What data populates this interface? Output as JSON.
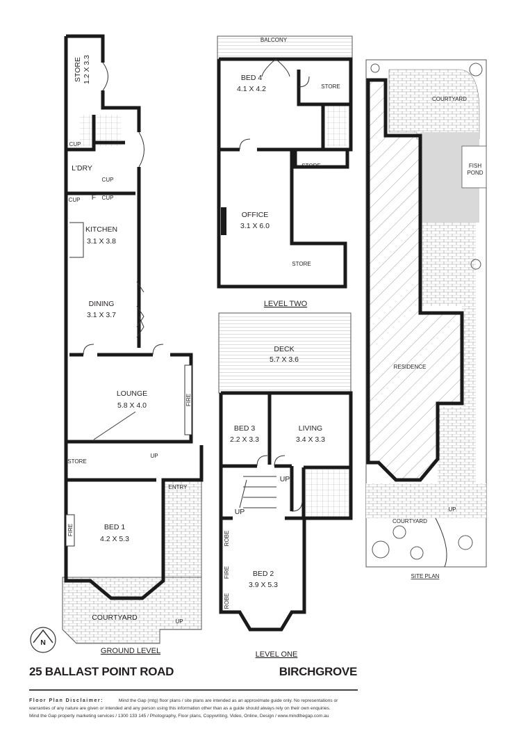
{
  "ground_level": {
    "title": "GROUND LEVEL",
    "rooms": {
      "store": "STORE",
      "store_dim": "1.2 X 3.3",
      "cup1": "CUP",
      "laundry": "L'DRY",
      "cup2": "CUP",
      "cup3": "CUP",
      "fridge": "F",
      "cup4": "CUP",
      "kitchen": "KITCHEN",
      "kitchen_dim": "3.1 X 3.8",
      "dining": "DINING",
      "dining_dim": "3.1 X 3.7",
      "lounge": "LOUNGE",
      "lounge_dim": "5.8 X 4.0",
      "fire1": "FIRE",
      "store2": "STORE",
      "up1": "UP",
      "entry": "ENTRY",
      "fire2": "FIRE",
      "bed1": "BED 1",
      "bed1_dim": "4.2 X 5.3",
      "courtyard": "COURTYARD",
      "up2": "UP"
    }
  },
  "level_two": {
    "title": "LEVEL TWO",
    "rooms": {
      "balcony": "BALCONY",
      "bed4": "BED 4",
      "bed4_dim": "4.1 X 4.2",
      "store1": "STORE",
      "store2": "STORE",
      "office": "OFFICE",
      "office_dim": "3.1 X 6.0",
      "store3": "STORE"
    }
  },
  "level_one": {
    "title": "LEVEL ONE",
    "rooms": {
      "deck": "DECK",
      "deck_dim": "5.7 X 3.6",
      "bed3": "BED 3",
      "bed3_dim": "2.2 X 3.3",
      "living": "LIVING",
      "living_dim": "3.4 X 3.3",
      "up1": "UP",
      "up2": "UP",
      "robe1": "ROBE",
      "fire": "FIRE",
      "robe2": "ROBE",
      "bed2": "BED 2",
      "bed2_dim": "3.9 X 5.3"
    }
  },
  "site_plan": {
    "title": "SITE PLAN",
    "labels": {
      "courtyard_top": "COURTYARD",
      "fish": "FISH",
      "pond": "POND",
      "residence": "RESIDENCE",
      "courtyard_bottom": "COURTYARD",
      "up": "UP"
    }
  },
  "north_arrow": {
    "letter": "N"
  },
  "footer": {
    "address": "25 BALLAST POINT ROAD",
    "suburb": "BIRCHGROVE",
    "disclaimer_heading": "Floor Plan Disclaimer:",
    "disclaimer_line1": "Mind the Gap (mtg) floor plans / site plans are intended as an approximate guide only. No representations or",
    "disclaimer_line2": "warranties of any nature are given or intended and any person using this information other than as a guide should always rely on their own enquiries.",
    "disclaimer_line3": "Mind the Gap property marketing services / 1300 133 145 / Photography, Floor plans, Copywriting, Video, Online, Design / www.mindthegap.com.au"
  },
  "colors": {
    "wall": "#1a1a1a",
    "paving": "#ffffff",
    "lawn_grey": "#d9d9d9"
  }
}
